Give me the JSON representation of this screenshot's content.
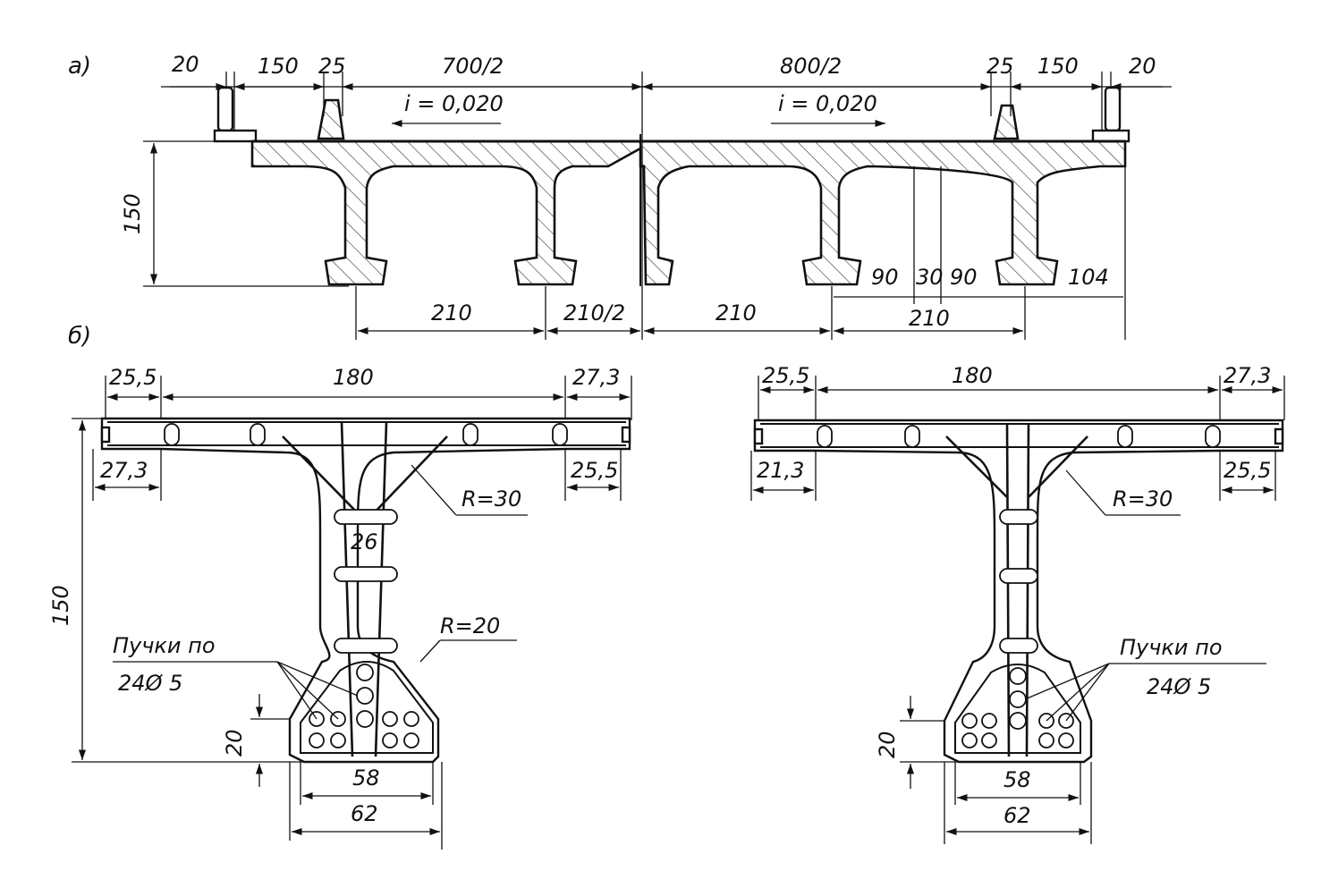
{
  "figure": {
    "labels": {
      "a": "а)",
      "b": "б)"
    }
  },
  "view_a": {
    "dims_top": [
      "20",
      "150",
      "25",
      "700/2",
      "800/2",
      "25",
      "150",
      "20"
    ],
    "slope_left": "i = 0,020",
    "slope_right": "i = 0,020",
    "height": "150",
    "dims_bottom": [
      "210",
      "210/2",
      "210"
    ],
    "dims_right": [
      "90",
      "30",
      "90",
      "104"
    ],
    "dim_right_span": "210"
  },
  "view_b_left": {
    "top_dims": [
      "25,5",
      "180",
      "27,3"
    ],
    "under_dims": [
      "27,3",
      "25,5"
    ],
    "radius_top": "R=30",
    "radius_bottom": "R=20",
    "web": "26",
    "height": "150",
    "bundles": [
      "Пучки по",
      "24Ø 5"
    ],
    "bottom_offset": "20",
    "bottom_dims": [
      "58",
      "62"
    ]
  },
  "view_b_right": {
    "top_dims": [
      "25,5",
      "180",
      "27,3"
    ],
    "under_dims": [
      "21,3",
      "25,5"
    ],
    "radius_top": "R=30",
    "bundles": [
      "Пучки по",
      "24Ø 5"
    ],
    "bottom_offset": "20",
    "bottom_dims": [
      "58",
      "62"
    ]
  }
}
